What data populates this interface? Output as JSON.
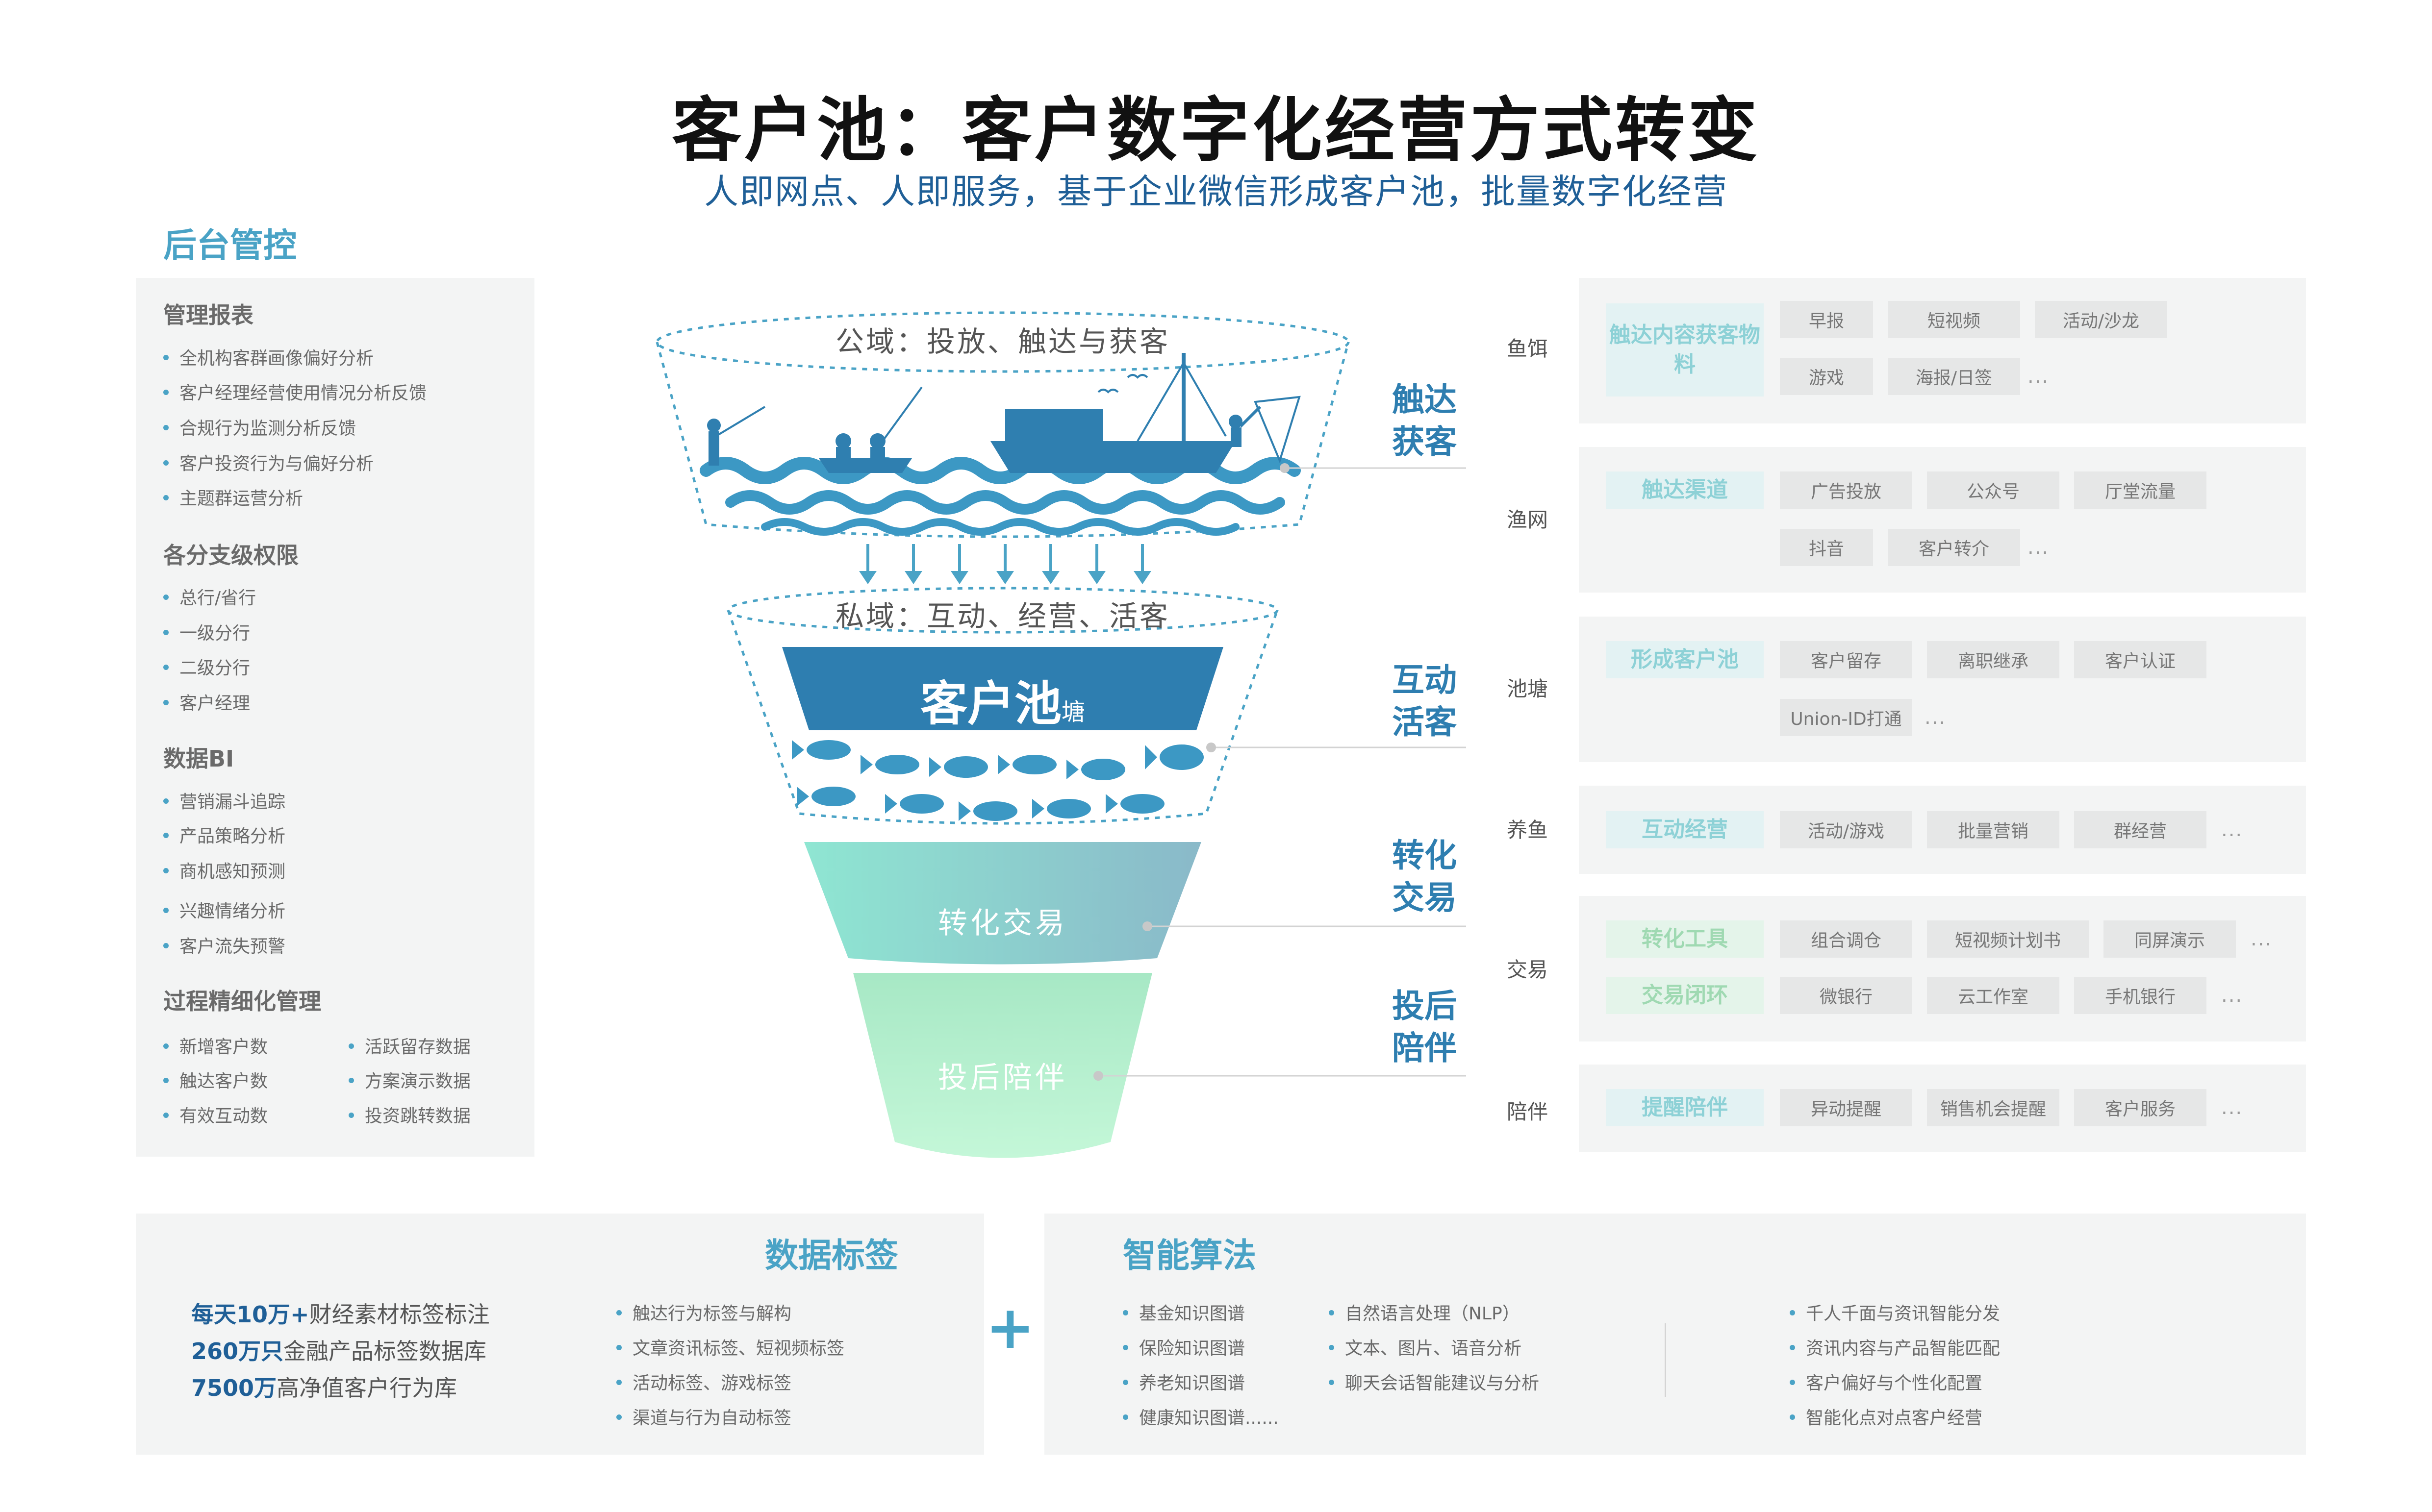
{
  "title": "客户池：客户数字化经营方式转变",
  "subtitle": "人即网点、人即服务，基于企业微信形成客户池，批量数字化经营",
  "left_panel": {
    "heading": "后台管控",
    "sections": [
      {
        "title": "管理报表",
        "items": [
          "全机构客群画像偏好分析",
          "客户经理经营使用情况分析反馈",
          "合规行为监测分析反馈",
          "客户投资行为与偏好分析",
          "主题群运营分析"
        ]
      },
      {
        "title": "各分支级权限",
        "items": [
          "总行/省行",
          "一级分行",
          "二级分行",
          "客户经理"
        ]
      },
      {
        "title": "数据BI",
        "items": [
          "营销漏斗追踪",
          "产品策略分析",
          "商机感知预测",
          "兴趣情绪分析",
          "客户流失预警"
        ]
      },
      {
        "title": "过程精细化管理",
        "items_col1": [
          "新增客户数",
          "触达客户数",
          "有效互动数"
        ],
        "items_col2": [
          "活跃留存数据",
          "方案演示数据",
          "投资跳转数据"
        ]
      }
    ]
  },
  "funnel": {
    "public_label": "公域：投放、触达与获客",
    "private_label": "私域：互动、经营、活客",
    "pool_label": "客户池",
    "pool_sub": "塘",
    "convert_label": "转化交易",
    "after_label": "投后陪伴"
  },
  "stages": [
    {
      "line1": "触达",
      "line2": "获客"
    },
    {
      "line1": "互动",
      "line2": "活客"
    },
    {
      "line1": "转化",
      "line2": "交易"
    },
    {
      "line1": "投后",
      "line2": "陪伴"
    }
  ],
  "categories": [
    "鱼饵",
    "渔网",
    "池塘",
    "养鱼",
    "交易",
    "陪伴"
  ],
  "rows": {
    "bait": {
      "head": "触达内容获客物料",
      "tags1": [
        "早报",
        "短视频",
        "活动/沙龙"
      ],
      "tags2": [
        "游戏",
        "海报/日签"
      ],
      "more": "..."
    },
    "net": {
      "head": "触达渠道",
      "tags1": [
        "广告投放",
        "公众号",
        "厅堂流量"
      ],
      "tags2": [
        "抖音",
        "客户转介"
      ],
      "more": "..."
    },
    "pond": {
      "head": "形成客户池",
      "tags1": [
        "客户留存",
        "离职继承",
        "客户认证"
      ],
      "tags2": [
        "Union-ID打通"
      ],
      "more": "..."
    },
    "raise": {
      "head": "互动经营",
      "tags1": [
        "活动/游戏",
        "批量营销",
        "群经营"
      ],
      "more": "..."
    },
    "trade": {
      "head1": "转化工具",
      "tags1": [
        "组合调仓",
        "短视频计划书",
        "同屏演示"
      ],
      "more1": "...",
      "head2": "交易闭环",
      "tags2": [
        "微银行",
        "云工作室",
        "手机银行"
      ],
      "more2": "..."
    },
    "companion": {
      "head": "提醒陪伴",
      "tags1": [
        "异动提醒",
        "销售机会提醒",
        "客户服务"
      ],
      "more": "..."
    }
  },
  "data_tags": {
    "heading": "数据标签",
    "stats": [
      {
        "bold": "每天10万+",
        "text": "财经素材标签标注"
      },
      {
        "bold": "260万只",
        "text": "金融产品标签数据库"
      },
      {
        "bold": "7500万",
        "text": "高净值客户行为库"
      }
    ],
    "items": [
      "触达行为标签与解构",
      "文章资讯标签、短视频标签",
      "活动标签、游戏标签",
      "渠道与行为自动标签"
    ]
  },
  "plus": "+",
  "algorithm": {
    "heading": "智能算法",
    "col1": [
      "基金知识图谱",
      "保险知识图谱",
      "养老知识图谱",
      "健康知识图谱......"
    ],
    "col2": [
      "自然语言处理（NLP）",
      "文本、图片、语音分析",
      "聊天会话智能建议与分析"
    ],
    "col3": [
      "千人千面与资讯智能分发",
      "资讯内容与产品智能匹配",
      "客户偏好与个性化配置",
      "智能化点对点客户经营"
    ]
  },
  "colors": {
    "accent": "#4aa3c6",
    "title": "#111111",
    "subtitle": "#1f5f97",
    "pool": "#2e7eb0",
    "convert": "#7fd6cf",
    "after": "#b5efc9"
  }
}
